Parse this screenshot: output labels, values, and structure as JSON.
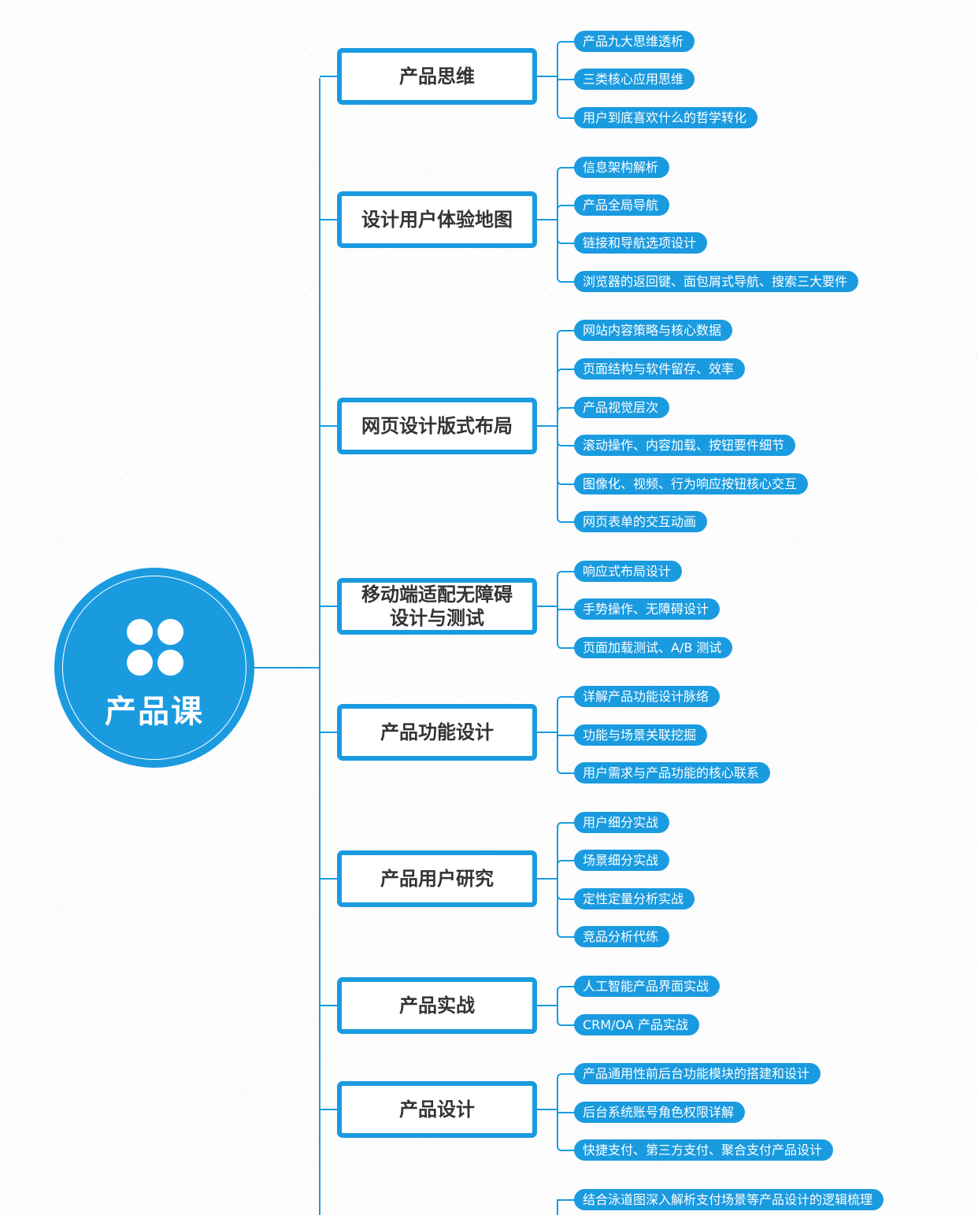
{
  "root": {
    "title": "产品课",
    "icon": "clover-icon"
  },
  "colors": {
    "accent": "#1a9be0",
    "text": "#333333"
  },
  "categories": [
    {
      "title": "产品思维",
      "items": [
        "产品九大思维透析",
        "三类核心应用思维",
        "用户到底喜欢什么的哲学转化"
      ]
    },
    {
      "title": "设计用户体验地图",
      "items": [
        "信息架构解析",
        "产品全局导航",
        "链接和导航选项设计",
        "浏览器的返回键、面包屑式导航、搜索三大要件"
      ]
    },
    {
      "title": "网页设计版式布局",
      "items": [
        "网站内容策略与核心数据",
        "页面结构与软件留存、效率",
        "产品视觉层次",
        "滚动操作、内容加载、按钮要件细节",
        "图像化、视频、行为响应按钮核心交互",
        "网页表单的交互动画"
      ]
    },
    {
      "title": "移动端适配无障碍\n设计与测试",
      "items": [
        "响应式布局设计",
        "手势操作、无障碍设计",
        "页面加载测试、A/B 测试"
      ]
    },
    {
      "title": "产品功能设计",
      "items": [
        "详解产品功能设计脉络",
        "功能与场景关联挖掘",
        "用户需求与产品功能的核心联系"
      ]
    },
    {
      "title": "产品用户研究",
      "items": [
        "用户细分实战",
        "场景细分实战",
        "定性定量分析实战",
        "竞品分析代练"
      ]
    },
    {
      "title": "产品实战",
      "items": [
        "人工智能产品界面实战",
        "CRM/OA 产品实战"
      ]
    },
    {
      "title": "产品设计",
      "items": [
        "产品通用性前后台功能模块的搭建和设计",
        "后台系统账号角色权限详解",
        "快捷支付、第三方支付、聚合支付产品设计"
      ]
    },
    {
      "title": "",
      "items": [
        "结合泳道图深入解析支付场景等产品设计的逻辑梳理"
      ]
    }
  ]
}
